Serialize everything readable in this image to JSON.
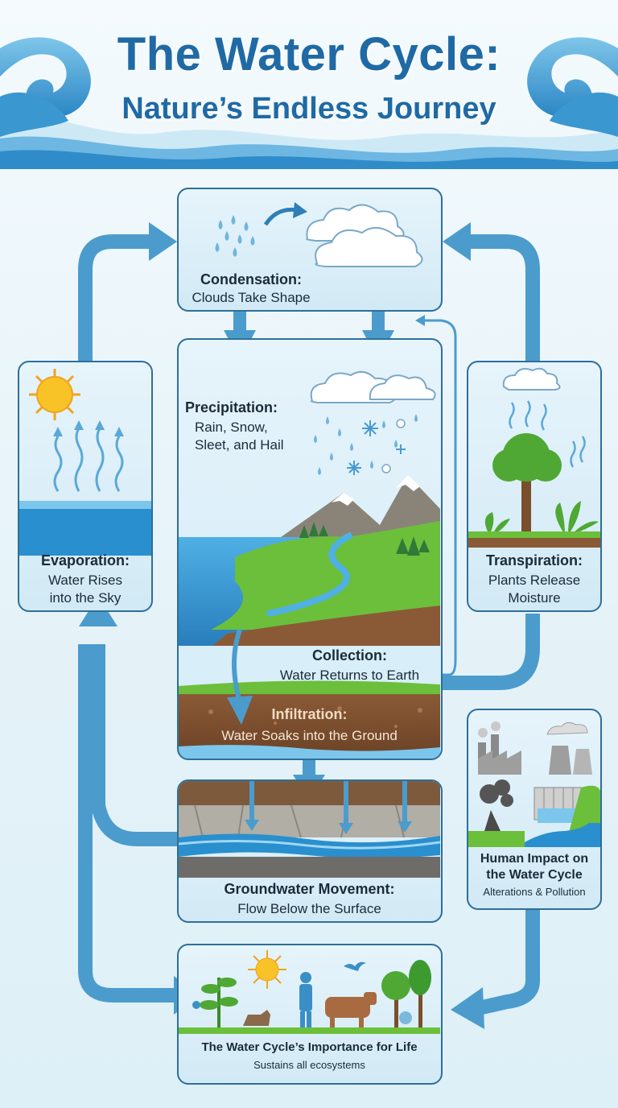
{
  "title": {
    "line1": "The Water Cycle:",
    "line2": "Nature’s Endless Journey"
  },
  "stages": {
    "condensation": {
      "heading": "Condensation:",
      "subtitle": "Clouds Take Shape"
    },
    "precipitation": {
      "heading": "Precipitation:",
      "line1": "Rain, Snow,",
      "line2": "Sleet, and Hail"
    },
    "collection": {
      "heading": "Collection:",
      "subtitle": "Water Returns to Earth"
    },
    "infiltration": {
      "heading": "Infiltration:",
      "subtitle": "Water Soaks into the Ground"
    },
    "evaporation": {
      "heading": "Evaporation:",
      "line1": "Water Rises",
      "line2": "into the Sky"
    },
    "transpiration": {
      "heading": "Transpiration:",
      "line1": "Plants Release",
      "line2": "Moisture"
    },
    "groundwater": {
      "heading": "Groundwater Movement:",
      "subtitle": "Flow Below the Surface"
    },
    "human_impact": {
      "line1": "Human Impact on",
      "line2": "the Water Cycle",
      "subtitle": "Alterations & Pollution"
    },
    "importance": {
      "heading": "The Water Cycle’s Importance for Life",
      "subtitle": "Sustains all ecosystems"
    }
  },
  "colors": {
    "title": "#1f6aa5",
    "arrow": "#4b9ccd",
    "panel_border": "#2e6f99",
    "water": "#2a8fce",
    "grass": "#6cbf3a"
  }
}
